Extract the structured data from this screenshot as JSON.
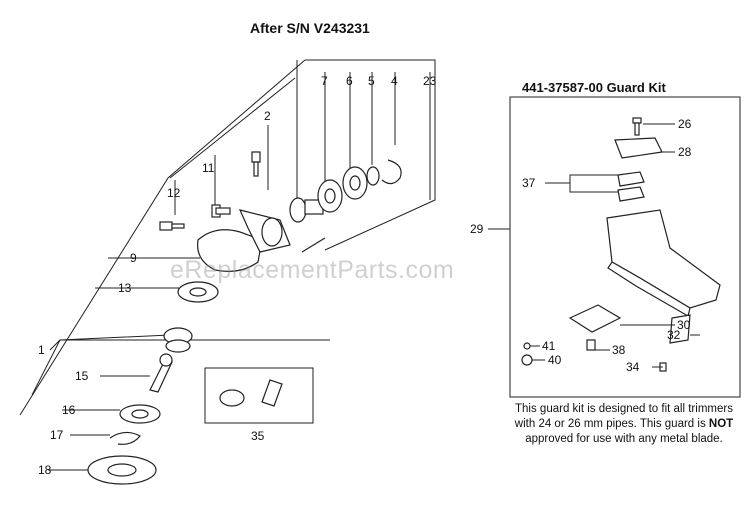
{
  "header": {
    "title": "After S/N V243231"
  },
  "kit": {
    "title": "441-37587-00 Guard Kit",
    "note_parts": [
      "This guard kit is designed to fit all trimmers with 24 or 26 mm pipes. This guard is ",
      "NOT",
      " approved for use with any metal blade."
    ]
  },
  "watermark": "eReplacementParts.com",
  "callouts": {
    "c1": "1",
    "c2": "2",
    "c4": "4",
    "c5": "5",
    "c6": "6",
    "c7": "7",
    "c9": "9",
    "c11": "11",
    "c12": "12",
    "c13": "13",
    "c15": "15",
    "c16": "16",
    "c17": "17",
    "c18": "18",
    "c23": "23",
    "c26": "26",
    "c28": "28",
    "c29": "29",
    "c30": "30",
    "c32": "32",
    "c34": "34",
    "c35": "35",
    "c37": "37",
    "c38": "38",
    "c40": "40",
    "c41": "41"
  }
}
